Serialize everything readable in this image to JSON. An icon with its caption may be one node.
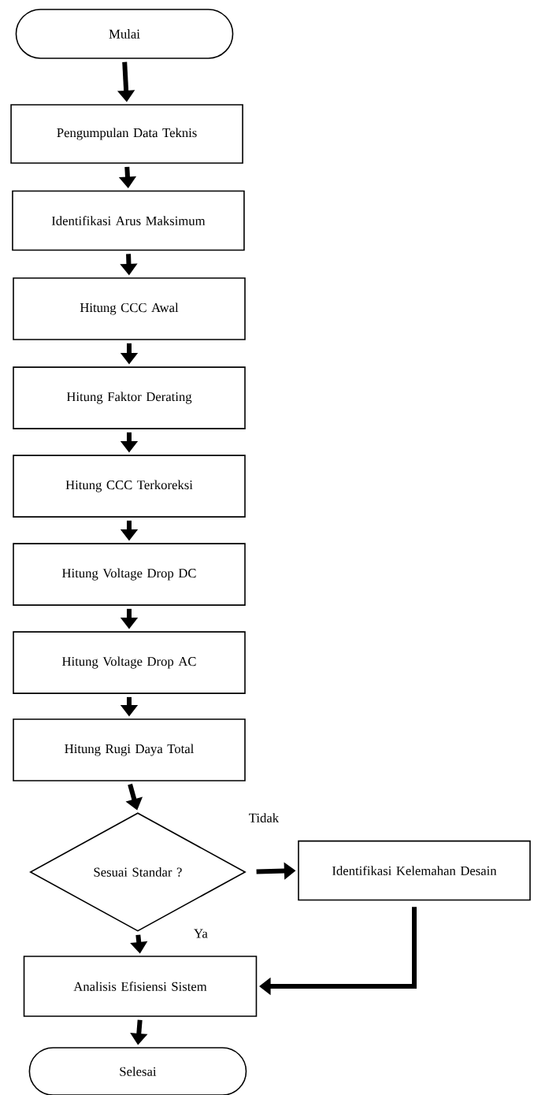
{
  "diagram": {
    "nodes": [
      {
        "text": [
          "Mulai"
        ]
      },
      {
        "text": [
          "Pengumpulan Data Teknis"
        ]
      },
      {
        "text": [
          "Identifikasi Arus Maksimum"
        ]
      },
      {
        "text": [
          "Hitung CCC Awal"
        ]
      },
      {
        "text": [
          "Hitung Faktor Derating"
        ]
      },
      {
        "text": [
          "Hitung CCC Terkoreksi"
        ]
      },
      {
        "text": [
          "Hitung Voltage Drop DC"
        ]
      },
      {
        "text": [
          "Hitung Voltage Drop AC"
        ]
      },
      {
        "text": [
          "Hitung Rugi Daya Total"
        ]
      },
      {
        "text": [
          "Sesuai Standar ?"
        ]
      },
      {
        "text": [
          "Identifikasi Kelemahan Desain"
        ]
      },
      {
        "text": [
          "Analisis Efisiensi Sistem"
        ]
      },
      {
        "text": [
          "Selesai"
        ]
      }
    ],
    "edges": [
      {
        "from": 0,
        "to": 1,
        "arrow": "to"
      },
      {
        "from": 1,
        "to": 2,
        "arrow": "to"
      },
      {
        "from": 2,
        "to": 3,
        "arrow": "to"
      },
      {
        "from": 3,
        "to": 4,
        "arrow": "to"
      },
      {
        "from": 4,
        "to": 5,
        "arrow": "to"
      },
      {
        "from": 5,
        "to": 6,
        "arrow": "to"
      },
      {
        "from": 6,
        "to": 7,
        "arrow": "to"
      },
      {
        "from": 7,
        "to": 8,
        "arrow": "to"
      },
      {
        "from": 8,
        "to": 9,
        "arrow": "to"
      },
      {
        "from": 9,
        "to": 10,
        "arrow": "to",
        "label": "Tidak"
      },
      {
        "from": 9,
        "to": 11,
        "arrow": "to",
        "label": "Ya"
      },
      {
        "from": 10,
        "to": 11,
        "arrow": "to"
      },
      {
        "from": 11,
        "to": 12,
        "arrow": "to"
      }
    ]
  }
}
